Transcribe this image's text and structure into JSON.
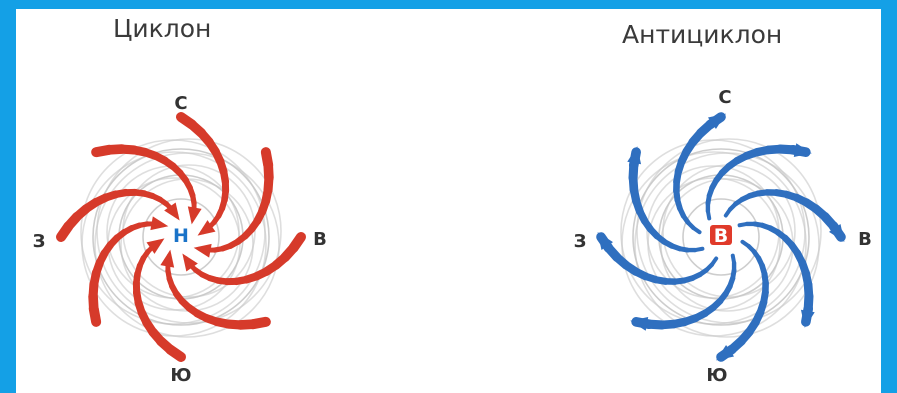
{
  "cyclone": {
    "title": "Циклон",
    "center_label": "Н",
    "center_color": "#1a73c8",
    "arrow_color": "#d63a2a",
    "directions": {
      "north": "С",
      "east": "В",
      "south": "Ю",
      "west": "З"
    }
  },
  "anticyclone": {
    "title": "Антициклон",
    "center_label": "В",
    "center_bg": "#e03a2a",
    "arrow_color": "#2f6fbf",
    "directions": {
      "north": "С",
      "east": "В",
      "south": "Ю",
      "west": "З"
    }
  },
  "colors": {
    "frame": "#14a0e6",
    "ring": "#c8c8c8"
  }
}
